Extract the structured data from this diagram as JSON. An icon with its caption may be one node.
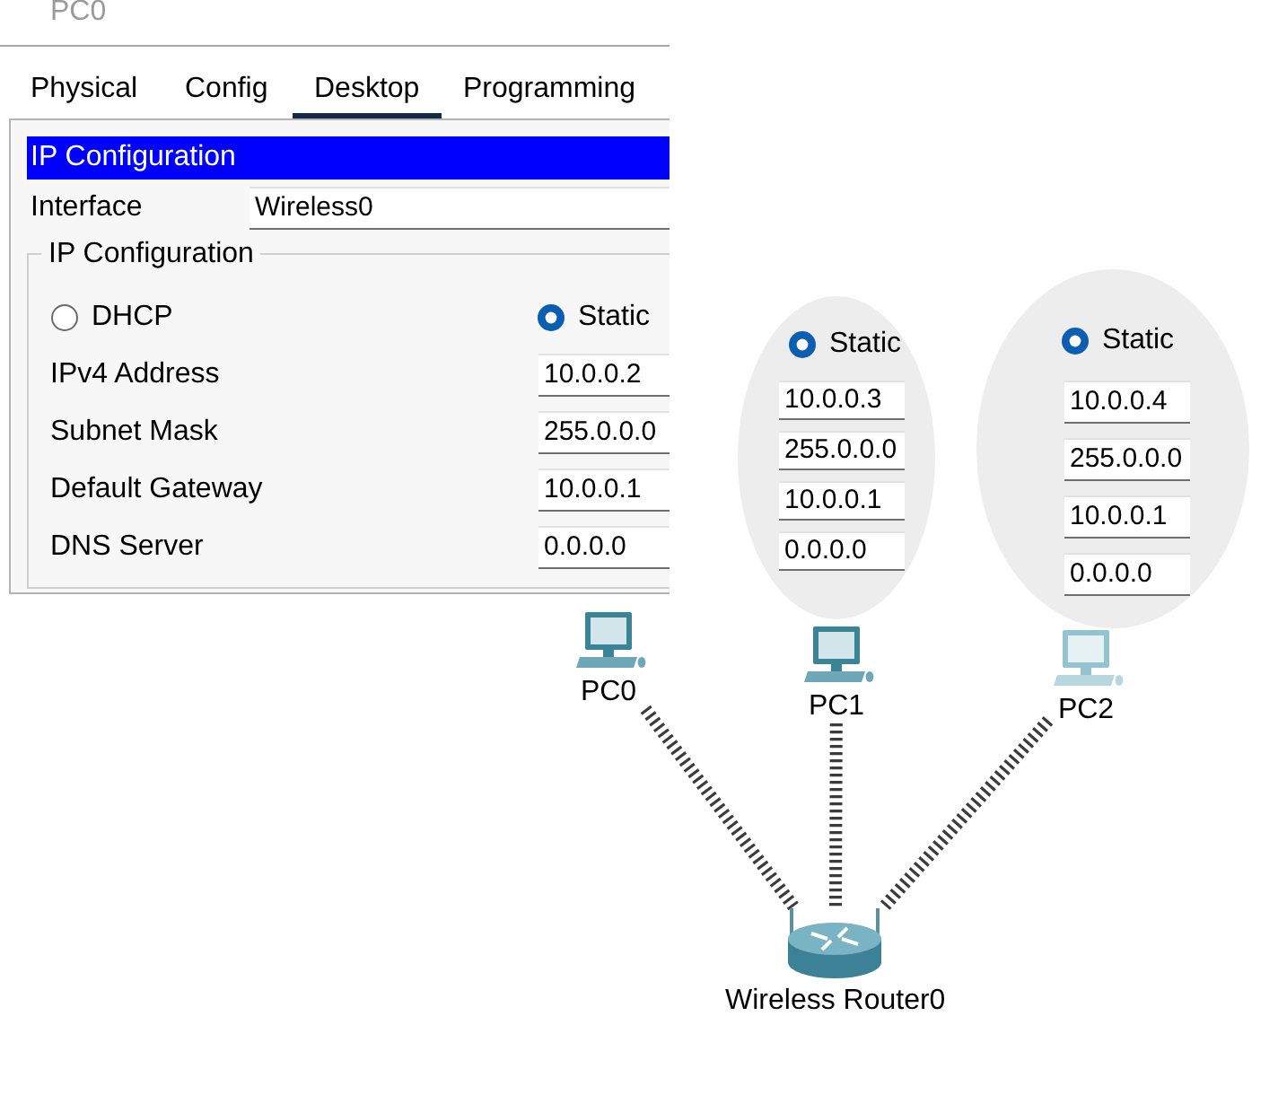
{
  "diagram": {
    "nodes": [
      {
        "text": [
          "PC0",
          "Physical",
          "Config",
          "Desktop",
          "Programming",
          "Interface",
          "Wireless0"
        ]
      },
      {
        "text": [
          "IP Configuration"
        ],
        "in": 0
      },
      {
        "text": [
          "IP Configuration",
          "DHCP",
          "Static",
          "IPv4 Address",
          "10.0.0.2",
          "Subnet Mask",
          "255.0.0.0",
          "Default Gateway",
          "10.0.0.1",
          "DNS Server",
          "0.0.0.0"
        ],
        "in": 0
      },
      {
        "text": [
          "Static",
          "10.0.0.3",
          "255.0.0.0",
          "10.0.0.1",
          "0.0.0.0"
        ]
      },
      {
        "text": [
          "Static",
          "10.0.0.4",
          "255.0.0.0",
          "10.0.0.1",
          "0.0.0.0"
        ]
      },
      {
        "text": [
          "PC0"
        ]
      },
      {
        "text": [
          "PC1"
        ]
      },
      {
        "text": [
          "PC2"
        ]
      },
      {
        "text": [
          "Wireless Router0"
        ]
      }
    ],
    "edges": [
      {
        "from": 5,
        "to": 8,
        "arrow": "none",
        "style": "dashed"
      },
      {
        "from": 6,
        "to": 8,
        "arrow": "none",
        "style": "dashed"
      },
      {
        "from": 7,
        "to": 8,
        "arrow": "none",
        "style": "dashed"
      }
    ]
  }
}
